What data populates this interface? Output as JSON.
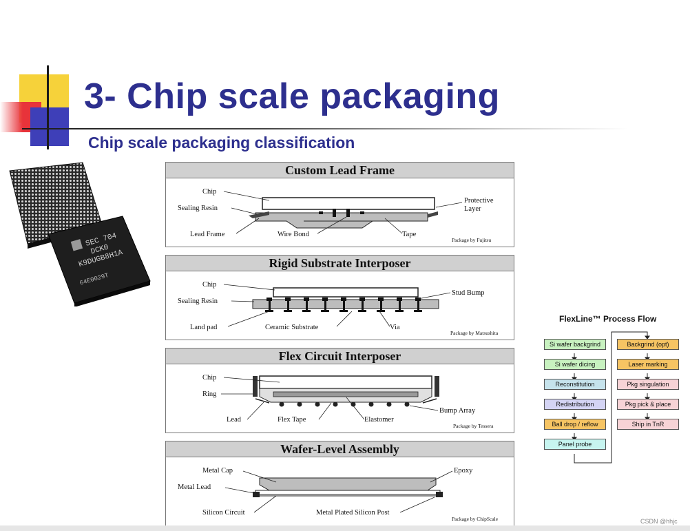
{
  "title": "3- Chip scale packaging",
  "subtitle": "Chip scale packaging classification",
  "chip_photo": {
    "marking_line1": "SEC 704",
    "marking_line2": "DCK0",
    "marking_line3": "K9DUGB8H1A",
    "marking_line4": "64E0029T"
  },
  "panels": [
    {
      "heading": "Custom Lead Frame",
      "labels": [
        "Chip",
        "Sealing Resin",
        "Lead Frame",
        "Wire Bond",
        "Tape",
        "Protective",
        "Layer"
      ],
      "credit": "Package by Fujitsu"
    },
    {
      "heading": "Rigid Substrate Interposer",
      "labels": [
        "Chip",
        "Sealing Resin",
        "Land pad",
        "Ceramic Substrate",
        "Via",
        "Stud Bump"
      ],
      "credit": "Package by Matsushita"
    },
    {
      "heading": "Flex Circuit Interposer",
      "labels": [
        "Chip",
        "Ring",
        "Lead",
        "Flex Tape",
        "Elastomer",
        "Bump Array"
      ],
      "credit": "Package by Tessera"
    },
    {
      "heading": "Wafer-Level Assembly",
      "labels": [
        "Metal Cap",
        "Epoxy",
        "Metal Lead",
        "Silicon Circuit",
        "Metal Plated Silicon Post"
      ],
      "credit": "Package by ChipScale"
    }
  ],
  "flow": {
    "title": "FlexLine™ Process Flow",
    "left": [
      "Si wafer backgrind",
      "Si wafer dicing",
      "Reconstitution",
      "Redistribution",
      "Ball drop / reflow",
      "Panel probe"
    ],
    "right": [
      "Backgrind (opt)",
      "Laser marking",
      "Pkg singulation",
      "Pkg pick & place",
      "Ship in TnR"
    ],
    "colors": {
      "green": "#c8f2c0",
      "blue": "#c6e3ec",
      "purple": "#d4d4f4",
      "orange": "#f6c463",
      "pink": "#f7d3d6",
      "cyan": "#c7f5f0"
    }
  },
  "watermark": "CSDN @hhjc"
}
